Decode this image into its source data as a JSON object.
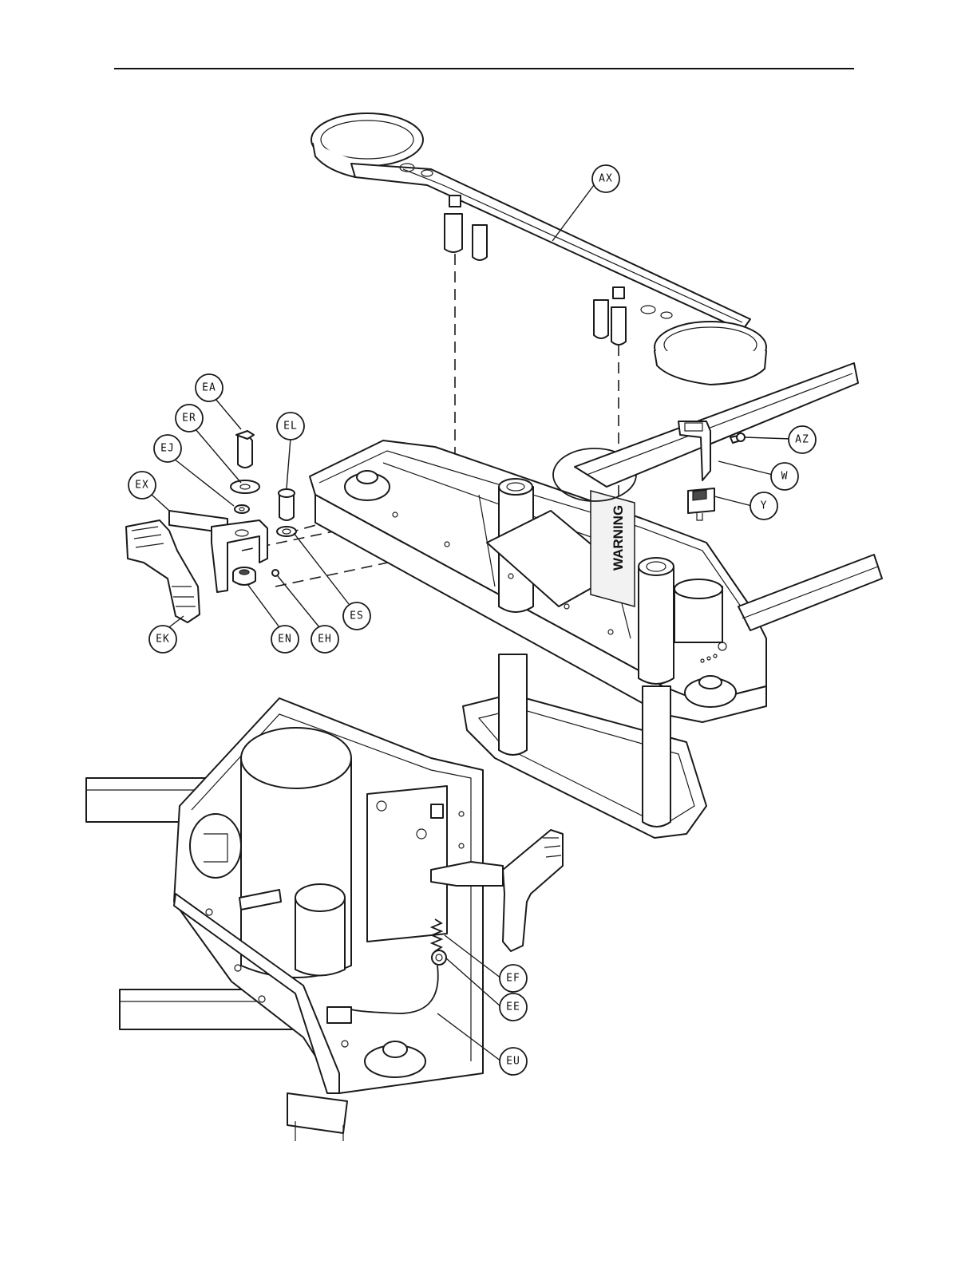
{
  "callouts": [
    {
      "id": "ax",
      "label": "AX"
    },
    {
      "id": "az",
      "label": "AZ"
    },
    {
      "id": "w",
      "label": "W"
    },
    {
      "id": "y",
      "label": "Y"
    },
    {
      "id": "ea",
      "label": "EA"
    },
    {
      "id": "er",
      "label": "ER"
    },
    {
      "id": "ej",
      "label": "EJ"
    },
    {
      "id": "ex",
      "label": "EX"
    },
    {
      "id": "el",
      "label": "EL"
    },
    {
      "id": "es",
      "label": "ES"
    },
    {
      "id": "ek",
      "label": "EK"
    },
    {
      "id": "en",
      "label": "EN"
    },
    {
      "id": "eh",
      "label": "EH"
    },
    {
      "id": "ef",
      "label": "EF"
    },
    {
      "id": "ee",
      "label": "EE"
    },
    {
      "id": "eu",
      "label": "EU"
    }
  ],
  "warning_label": "WARNING"
}
